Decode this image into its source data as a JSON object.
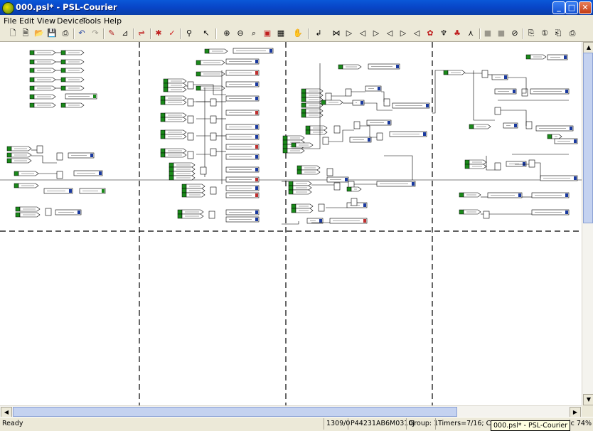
{
  "window": {
    "title": "000.psl* - PSL-Courier",
    "buttons": {
      "minimize": "_",
      "maximize": "□",
      "close": "✕"
    }
  },
  "menu": {
    "file": "File",
    "edit": "Edit",
    "view": "View",
    "device": "Device",
    "tools": "Tools",
    "help": "Help"
  },
  "toolbar": {
    "icons": [
      "new-icon",
      "open-icon",
      "open-folder-icon",
      "save-icon",
      "print-icon",
      "undo-icon",
      "redo-icon",
      "pen-icon",
      "align-icon",
      "link-icon",
      "check-icon",
      "find-icon",
      "pointer-icon",
      "zoom-in-icon",
      "zoom-out-icon",
      "zoom-icon",
      "zoom-fit-icon",
      "grid-icon",
      "hand-icon",
      "signal-icon",
      "gate-and-icon",
      "gate-or-icon",
      "gate-nor-icon",
      "gate-xor-icon",
      "timer-icon",
      "led-icon",
      "relay-icon",
      "contact-icon"
    ]
  },
  "status": {
    "ready": "Ready",
    "ref": "1309/0",
    "device": "P44231AB6M0310J",
    "group": "Group: 1",
    "timers": "Timers=7/16; Cont",
    "logic": "Logic 74%"
  },
  "tooltip": "000.psl* - PSL-Courier"
}
